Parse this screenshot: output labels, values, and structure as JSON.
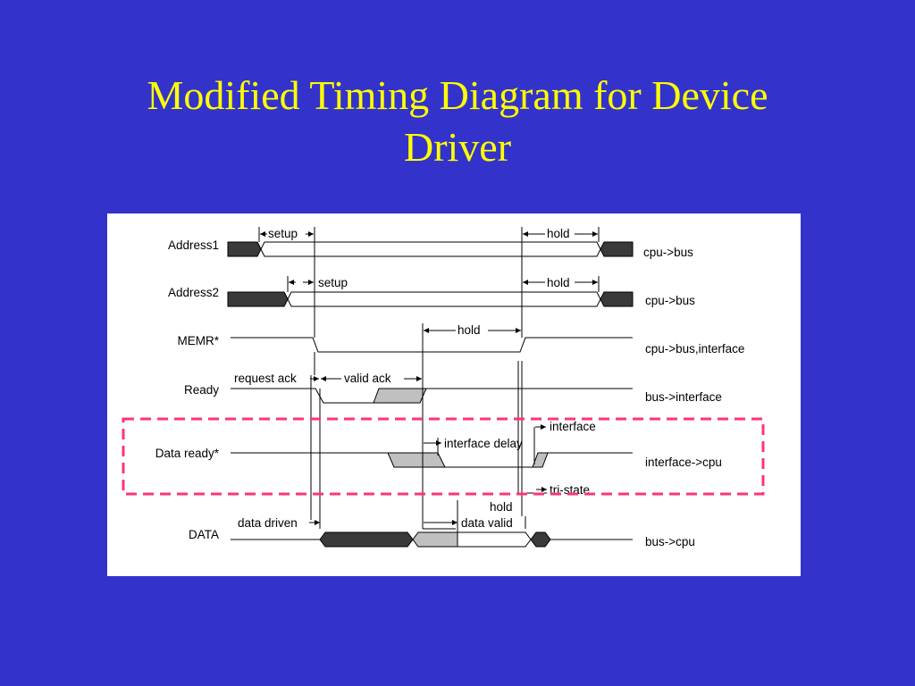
{
  "slide": {
    "title_line1": "Modified Timing Diagram for Device",
    "title_line2": "Driver"
  },
  "colors": {
    "background": "#3333cc",
    "title": "#ffff00",
    "highlight_box": "#ff3377",
    "bus_dark": "#3a3a3a",
    "bus_light": "#c0c0c0"
  },
  "signals": [
    {
      "name": "Address1",
      "direction": "cpu->bus"
    },
    {
      "name": "Address2",
      "direction": "cpu->bus"
    },
    {
      "name": "MEMR*",
      "direction": "cpu->bus,interface"
    },
    {
      "name": "Ready",
      "direction": "bus->interface"
    },
    {
      "name": "Data ready*",
      "direction": "interface->cpu"
    },
    {
      "name": "DATA",
      "direction": "bus->cpu"
    }
  ],
  "annotations": {
    "setup_a1": "setup",
    "hold_a1": "hold",
    "setup_a2": "setup",
    "hold_a2": "hold",
    "hold_memr": "hold",
    "request_ack": "request ack",
    "valid_ack": "valid ack",
    "interface": "interface",
    "interface_delay": "interface delay",
    "tri_state": "tri-state",
    "hold_data": "hold",
    "data_driven": "data driven",
    "data_valid": "data valid"
  }
}
